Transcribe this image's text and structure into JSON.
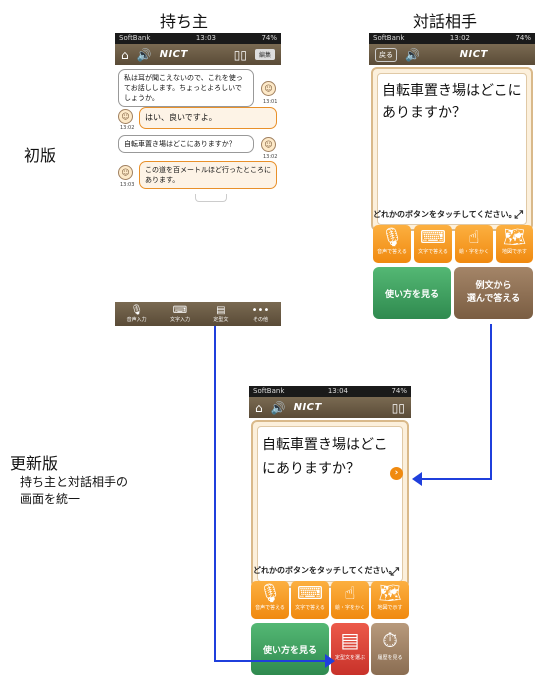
{
  "headings": {
    "owner": "持ち主",
    "partner": "対話相手",
    "first_version": "初版",
    "updated_version": "更新版",
    "updated_note": "持ち主と対話相手の\n画面を統一"
  },
  "colors": {
    "toolbar": "#5f503b",
    "orange": "#f39c1f",
    "green": "#3f9a5e",
    "brown": "#8a6d52",
    "arrow": "#1f3fdc"
  },
  "owner_screen": {
    "status": {
      "carrier": "SoftBank",
      "time": "13:03",
      "battery": "74%"
    },
    "toolbar": {
      "logo": "NICT",
      "edit": "編集",
      "icons": [
        "home-icon",
        "speaker-icon",
        "phones-icon"
      ]
    },
    "messages": [
      {
        "text": "私は耳が聞こえないので、これを使ってお話しします。ちょっとよろしいでしょうか。",
        "time": "13:01",
        "side": "owner"
      },
      {
        "text": "はい、良いですよ。",
        "time": "13:02",
        "side": "partner"
      },
      {
        "text": "自転車置き場はどこにありますか？",
        "time": "13:02",
        "side": "owner"
      },
      {
        "text": "この道を百メートルほど行ったところにあります。",
        "time": "13:03",
        "side": "partner"
      }
    ],
    "bottom_tabs": [
      "音声入力",
      "文字入力",
      "定型文",
      "その他"
    ]
  },
  "partner_screen": {
    "status": {
      "carrier": "SoftBank",
      "time": "13:02",
      "battery": "74%"
    },
    "toolbar": {
      "back": "戻る",
      "logo": "NICT"
    },
    "display_text": "自転車置き場はどこにありますか？",
    "prompt": "どれかのボタンをタッチしてください。",
    "buttons": [
      "音声で答える",
      "文字で答える",
      "絵・字をかく",
      "地図で示す"
    ],
    "how_to": "使い方を見る",
    "example": "例文から\n選んで答える"
  },
  "updated_screen": {
    "status": {
      "carrier": "SoftBank",
      "time": "13:04",
      "battery": "74%"
    },
    "toolbar": {
      "logo": "NICT"
    },
    "display_text": "自転車置き場はどこにありますか？",
    "prompt": "どれかのボタンをタッチしてください。",
    "buttons": [
      "音声で答える",
      "文字で答える",
      "絵・字をかく",
      "地図で示す"
    ],
    "how_to": "使い方を見る",
    "fixed_phrase": "定型文を選ぶ",
    "history": "履歴を見る"
  }
}
